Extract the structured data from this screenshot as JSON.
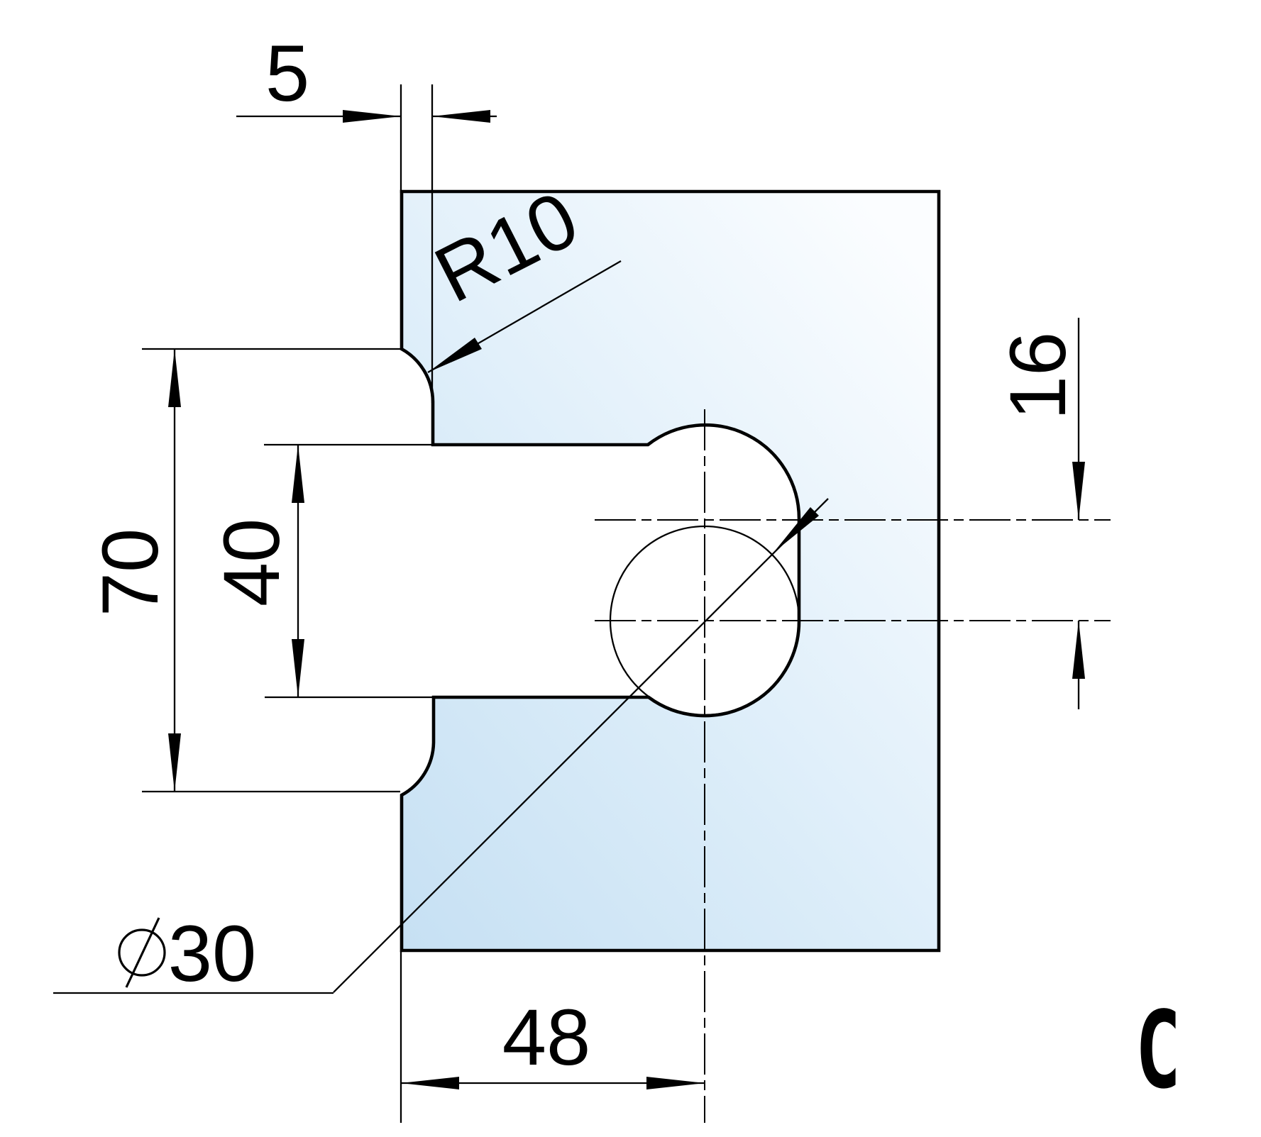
{
  "drawing": {
    "type": "technical-glass-cutout-drawing",
    "variant_label": "C",
    "dimensions": {
      "edge_offset": "5",
      "corner_radius": "R10",
      "hole_center_to_tangent": "16",
      "mouth_opening": "70",
      "notch_height": "40",
      "hole_center_from_edge": "48",
      "hole_diameter_value": "30",
      "diameter_symbol_icon": "circle-with-slash"
    },
    "colors": {
      "line": "#000000",
      "glass_deep": "#c6e0f3",
      "glass_mid": "#dcedf9",
      "glass_pale": "#fbfdff"
    }
  }
}
